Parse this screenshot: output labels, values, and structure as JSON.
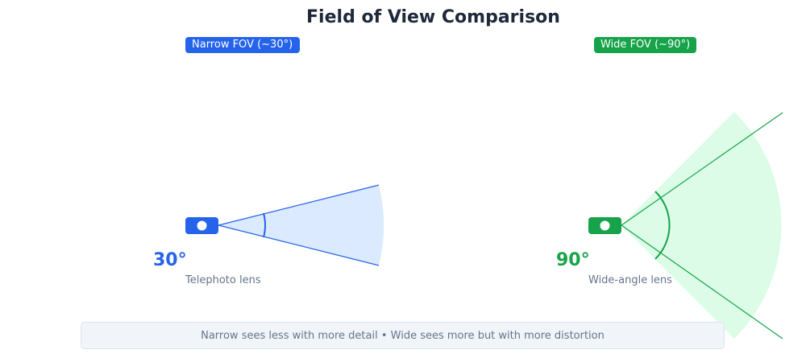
{
  "title": "Field of View Comparison",
  "narrow": {
    "badge": "Narrow FOV (~30°)",
    "angle_label": "30°",
    "lens_label": "Telephoto lens",
    "fov_degrees": 30,
    "color": "#2563eb",
    "fill_color": "#dbeafe"
  },
  "wide": {
    "badge": "Wide FOV (~90°)",
    "angle_label": "90°",
    "lens_label": "Wide-angle lens",
    "fov_degrees": 90,
    "color": "#16a34a",
    "fill_color": "#dcfce7"
  },
  "caption": "Narrow sees less with more detail • Wide sees more but with more distortion"
}
